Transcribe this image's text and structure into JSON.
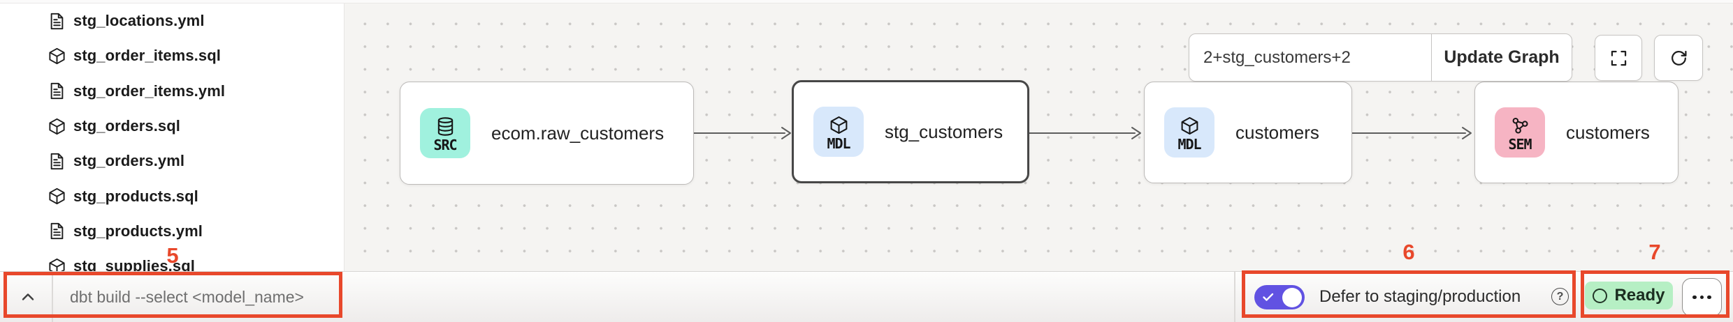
{
  "sidebar": {
    "files": [
      {
        "name": "stg_locations.yml",
        "type": "yml"
      },
      {
        "name": "stg_order_items.sql",
        "type": "sql"
      },
      {
        "name": "stg_order_items.yml",
        "type": "yml"
      },
      {
        "name": "stg_orders.sql",
        "type": "sql"
      },
      {
        "name": "stg_orders.yml",
        "type": "yml"
      },
      {
        "name": "stg_products.sql",
        "type": "sql"
      },
      {
        "name": "stg_products.yml",
        "type": "yml"
      },
      {
        "name": "stg_supplies.sql",
        "type": "sql",
        "partially_visible": true
      }
    ]
  },
  "graph": {
    "selector": {
      "value": "2+stg_customers+2",
      "update_label": "Update Graph"
    },
    "nodes": [
      {
        "badge": "SRC",
        "icon": "database-icon",
        "label": "ecom.raw_customers",
        "badge_color": "#a0f1de",
        "selected": false
      },
      {
        "badge": "MDL",
        "icon": "cube-icon",
        "label": "stg_customers",
        "badge_color": "#d8e8fb",
        "selected": true
      },
      {
        "badge": "MDL",
        "icon": "cube-icon",
        "label": "customers",
        "badge_color": "#d8e8fb",
        "selected": false
      },
      {
        "badge": "SEM",
        "icon": "semantic-graph-icon",
        "label": "customers",
        "badge_color": "#f6b4c3",
        "selected": false
      }
    ],
    "edge_color": "#5d5d5d"
  },
  "bottom_bar": {
    "command_placeholder": "dbt build --select <model_name>",
    "defer": {
      "label": "Defer to staging/production",
      "enabled": true,
      "toggle_color": "#6152e2"
    },
    "status": {
      "label": "Ready",
      "pill_color": "#b6efc4"
    }
  },
  "annotations": {
    "color": "#e8482b",
    "items": [
      {
        "number": "5"
      },
      {
        "number": "6"
      },
      {
        "number": "7"
      }
    ]
  }
}
